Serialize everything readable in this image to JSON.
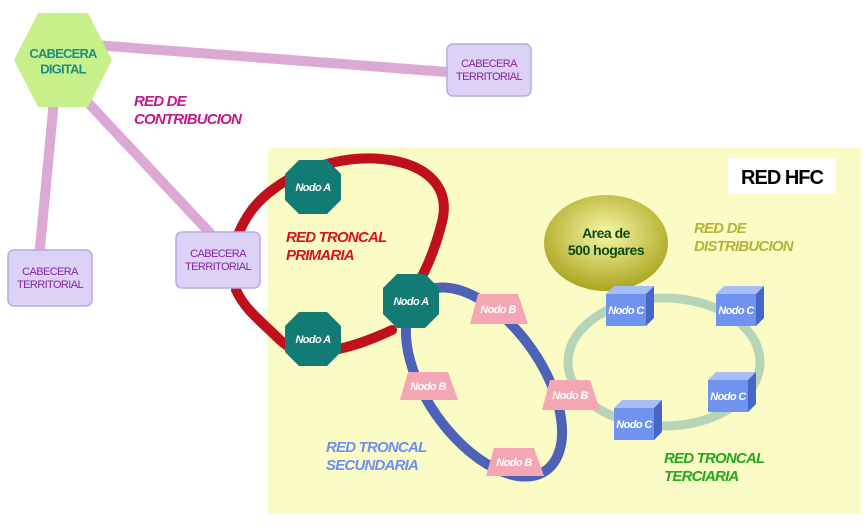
{
  "colors": {
    "hfc_area": "#fbfbc6",
    "contribution_link": "#dca8d4",
    "primary_ring": "#c0101e",
    "secondary_ring": "#4e62b8",
    "tertiary_ring": "#b6d4b8",
    "node_a": "#127b73",
    "node_b": "#f5a6b4",
    "node_c": "#6f93ee",
    "territorial_box": "#dcd2f6",
    "digital_hex": "#c7f08a",
    "area_ellipse": "#c9c83a"
  },
  "headends": {
    "digital": "CABECERA\nDIGITAL",
    "territorial_top": "CABECERA\nTERRITORIAL",
    "territorial_left": "CABECERA\nTERRITORIAL",
    "territorial_mid": "CABECERA\nTERRITORIAL"
  },
  "labels": {
    "contribution": "RED DE\nCONTRIBUCION",
    "hfc": "RED HFC",
    "primary": "RED TRONCAL\nPRIMARIA",
    "secondary": "RED TRONCAL\nSECUNDARIA",
    "tertiary": "RED TRONCAL\nTERCIARIA",
    "distribution": "RED DE\nDISTRIBUCION",
    "area": "Area de\n500 hogares"
  },
  "nodes": {
    "a1": "Nodo A",
    "a2": "Nodo A",
    "a3": "Nodo A",
    "b1": "Nodo B",
    "b2": "Nodo B",
    "b3": "Nodo B",
    "b4": "Nodo B",
    "c1": "Nodo C",
    "c2": "Nodo C",
    "c3": "Nodo C",
    "c4": "Nodo C"
  }
}
